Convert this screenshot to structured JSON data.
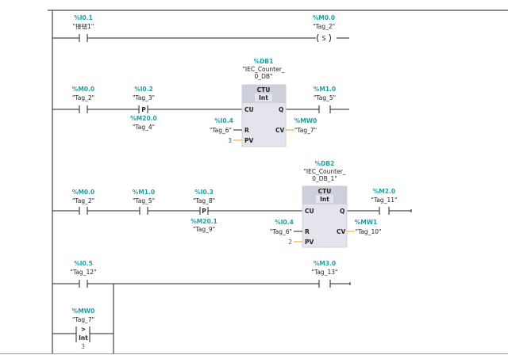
{
  "rungs": [
    {
      "contact": {
        "address": "%I0.1",
        "tag": "\"接钮1\""
      },
      "coil": {
        "address": "%M0.0",
        "tag": "\"Tag_2\"",
        "type": "S"
      }
    },
    {
      "contact1": {
        "address": "%M0.0",
        "tag": "\"Tag_2\""
      },
      "pcontact": {
        "address": "%I0.2",
        "tag": "\"Tag_3\"",
        "edge_address": "%M20.0",
        "edge_tag": "\"Tag_4\"",
        "label": "P"
      },
      "block": {
        "db": "%DB1",
        "db_name1": "\"IEC_Counter_",
        "db_name2": "0_DB\"",
        "type": "CTU",
        "dtype": "Int",
        "cu": "CU",
        "r": "R",
        "pv": "PV",
        "q": "Q",
        "cv": "CV",
        "r_address": "%I0.4",
        "r_tag": "\"Tag_6\"",
        "pv_value": "3",
        "cv_address": "%MW0",
        "cv_tag": "\"Tag_7\""
      },
      "out": {
        "address": "%M1.0",
        "tag": "\"Tag_5\""
      }
    },
    {
      "contact1": {
        "address": "%M0.0",
        "tag": "\"Tag_2\""
      },
      "contact2": {
        "address": "%M1.0",
        "tag": "\"Tag_5\""
      },
      "pcontact": {
        "address": "%I0.3",
        "tag": "\"Tag_8\"",
        "edge_address": "%M20.1",
        "edge_tag": "\"Tag_9\"",
        "label": "P"
      },
      "block": {
        "db": "%DB2",
        "db_name1": "\"IEC_Counter_",
        "db_name2": "0_DB_1\"",
        "type": "CTU",
        "dtype": "Int",
        "cu": "CU",
        "r": "R",
        "pv": "PV",
        "q": "Q",
        "cv": "CV",
        "r_address": "%I0.4",
        "r_tag": "\"Tag_6\"",
        "pv_value": "2",
        "cv_address": "%MW1",
        "cv_tag": "\"Tag_10\""
      },
      "out": {
        "address": "%M2.0",
        "tag": "\"Tag_11\""
      }
    },
    {
      "contact": {
        "address": "%I0.5",
        "tag": "\"Tag_12\""
      },
      "compare": {
        "address": "%MW0",
        "tag": "\"Tag_7\"",
        "op": ">",
        "dtype": "Int",
        "value": "3"
      },
      "out": {
        "address": "%M3.0",
        "tag": "\"Tag_13\""
      }
    }
  ]
}
